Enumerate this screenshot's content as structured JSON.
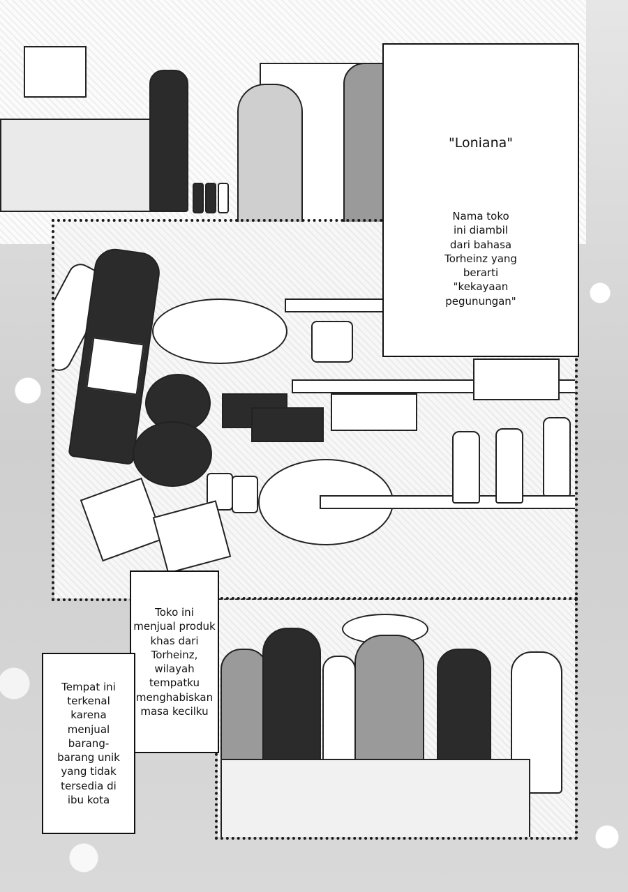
{
  "page": {
    "title": "\"Loniana\"",
    "caption_1": "Nama toko\nini diambil\ndari bahasa\nTorheinz yang\nberarti\n\"kekayaan\npegunungan\"",
    "caption_2": "Toko ini\nmenjual produk\nkhas dari\nTorheinz,\nwilayah\ntempatku\nmenghabiskan\nmasa kecilku",
    "caption_3": "Tempat ini\nterkenal\nkarena\nmenjual\nbarang-\nbarang unik\nyang tidak\ntersedia di\nibu kota"
  }
}
